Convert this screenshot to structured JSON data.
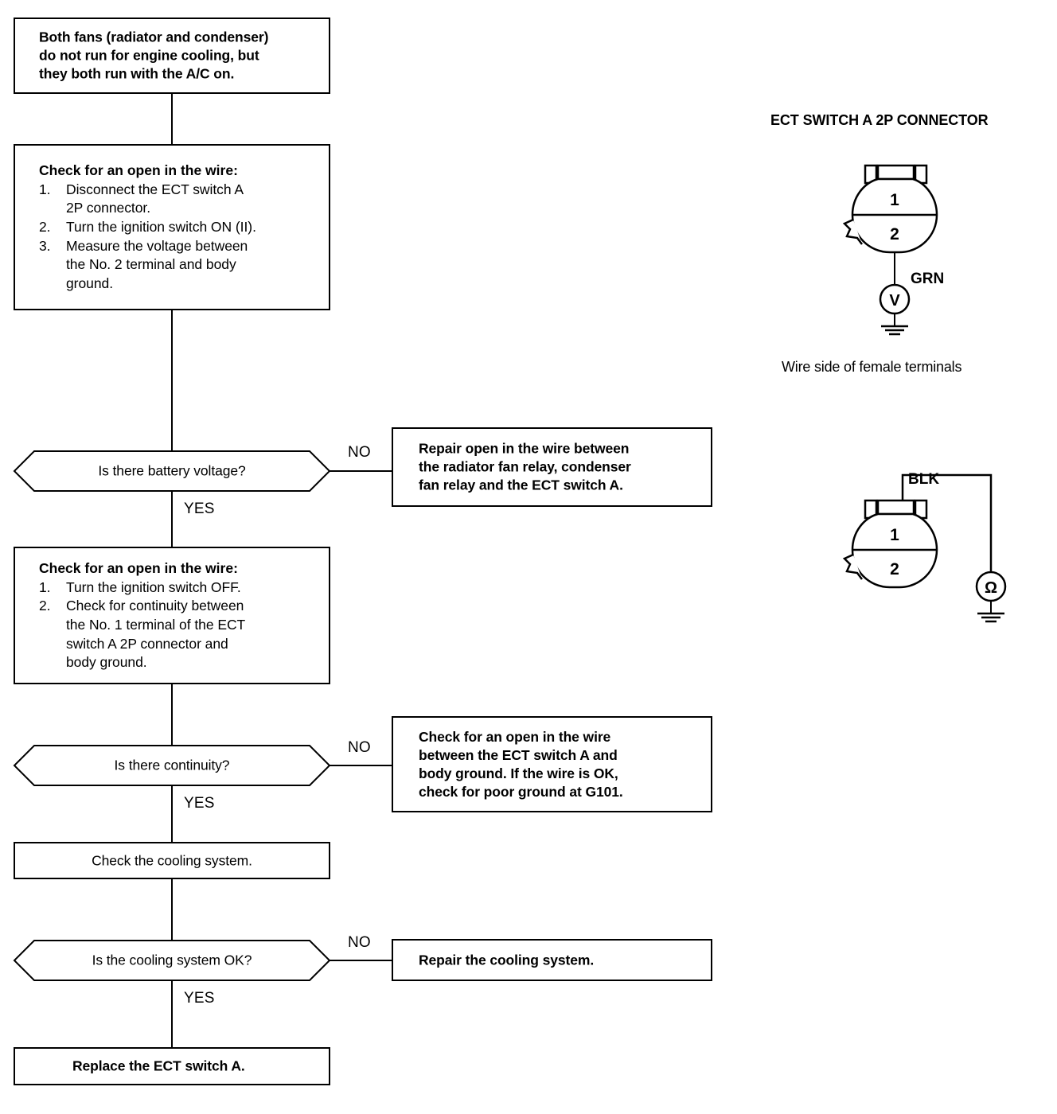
{
  "flow": {
    "start": {
      "lines": [
        "Both fans (radiator and condenser)",
        "do not run for engine cooling, but",
        "they both run with the A/C on."
      ]
    },
    "step1": {
      "header": "Check for an open in the wire:",
      "items": [
        {
          "num": "1.",
          "lines": [
            "Disconnect the ECT switch A",
            "2P connector."
          ]
        },
        {
          "num": "2.",
          "lines": [
            "Turn the ignition switch ON (II)."
          ]
        },
        {
          "num": "3.",
          "lines": [
            "Measure the voltage between",
            "the No. 2 terminal and body",
            "ground."
          ]
        }
      ]
    },
    "decision1": {
      "question": "Is there battery voltage?",
      "yes_label": "YES",
      "no_label": "NO"
    },
    "repair1": {
      "lines": [
        "Repair open in the wire between",
        "the radiator fan relay, condenser",
        "fan relay and the ECT switch A."
      ]
    },
    "step2": {
      "header": "Check for an open in the wire:",
      "items": [
        {
          "num": "1.",
          "lines": [
            "Turn the ignition switch OFF."
          ]
        },
        {
          "num": "2.",
          "lines": [
            "Check for continuity between",
            "the No. 1 terminal of the ECT",
            "switch A 2P connector and",
            "body ground."
          ]
        }
      ]
    },
    "decision2": {
      "question": "Is there continuity?",
      "yes_label": "YES",
      "no_label": "NO"
    },
    "repair2": {
      "lines": [
        "Check for an open in the wire",
        "between the ECT switch A and",
        "body ground. If the wire is OK,",
        "check for poor ground at G101."
      ]
    },
    "action1": {
      "text": "Check the cooling system."
    },
    "decision3": {
      "question": "Is the cooling system OK?",
      "yes_label": "YES",
      "no_label": "NO"
    },
    "repair3": {
      "text": "Repair the cooling system."
    },
    "final": {
      "text": "Replace the ECT switch A."
    }
  },
  "connector_panel": {
    "title": "ECT SWITCH A 2P CONNECTOR",
    "caption": "Wire side of female terminals",
    "top_diagram": {
      "terminal_1": "1",
      "terminal_2": "2",
      "wire_color": "GRN",
      "meter_symbol": "V"
    },
    "bottom_diagram": {
      "terminal_1": "1",
      "terminal_2": "2",
      "wire_color": "BLK",
      "meter_symbol": "Ω"
    }
  },
  "colors": {
    "ink": "#000000",
    "paper": "#ffffff"
  }
}
